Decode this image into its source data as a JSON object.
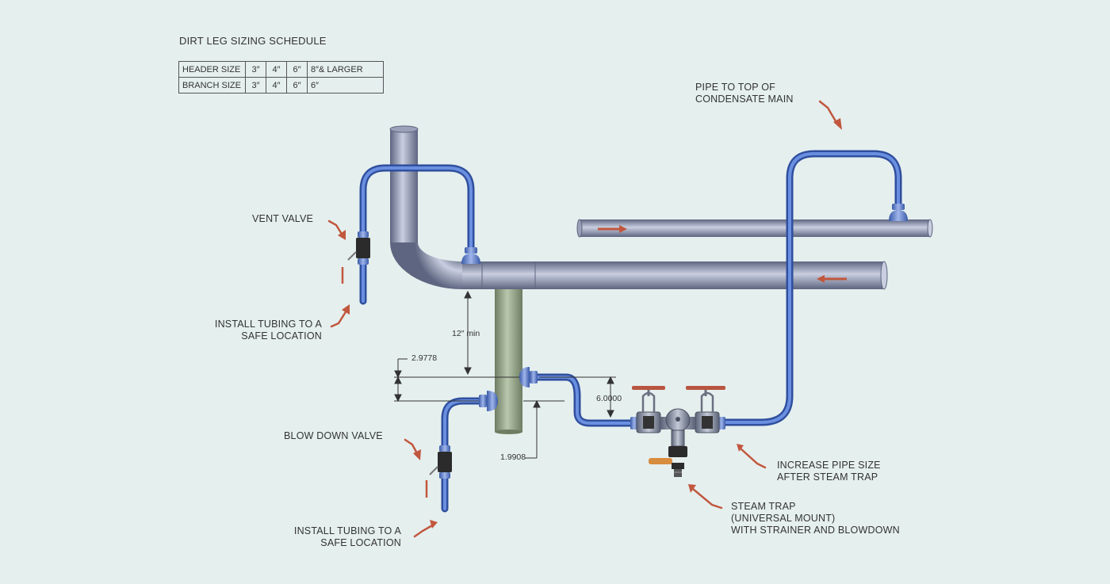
{
  "schedule": {
    "title": "DIRT LEG SIZING SCHEDULE",
    "rows": [
      {
        "label": "HEADER SIZE",
        "cells": [
          "3″",
          "4″",
          "6″",
          "8″& LARGER"
        ]
      },
      {
        "label": "BRANCH SIZE",
        "cells": [
          "3″",
          "4″",
          "6″",
          "6″"
        ]
      }
    ]
  },
  "labels": {
    "pipe_to_top": [
      "PIPE TO TOP OF",
      "CONDENSATE MAIN"
    ],
    "vent_valve": "VENT VALVE",
    "install_tubing_1": [
      "INSTALL TUBING TO A",
      "SAFE LOCATION"
    ],
    "blow_down_valve": "BLOW DOWN VALVE",
    "install_tubing_2": [
      "INSTALL TUBING TO A",
      "SAFE LOCATION"
    ],
    "increase_pipe": [
      "INCREASE PIPE SIZE",
      "AFTER STEAM TRAP"
    ],
    "steam_trap": [
      "STEAM TRAP",
      "(UNIVERSAL MOUNT)",
      "WITH STRAINER AND BLOWDOWN"
    ]
  },
  "dimensions": {
    "min_gap": "12″ min",
    "d1": "2.9778",
    "d2": "6.0000",
    "d3": "1.9908"
  },
  "colors": {
    "background": "#e5efee",
    "header_pipe": "#8c94ad",
    "tubing": "#4a73c4",
    "dirt_leg": "#8a9a80",
    "arrow": "#c1573e",
    "valve_body": "#2b2b2b",
    "handwheel": "#b85540",
    "blowdown_handle": "#d88c3e"
  }
}
